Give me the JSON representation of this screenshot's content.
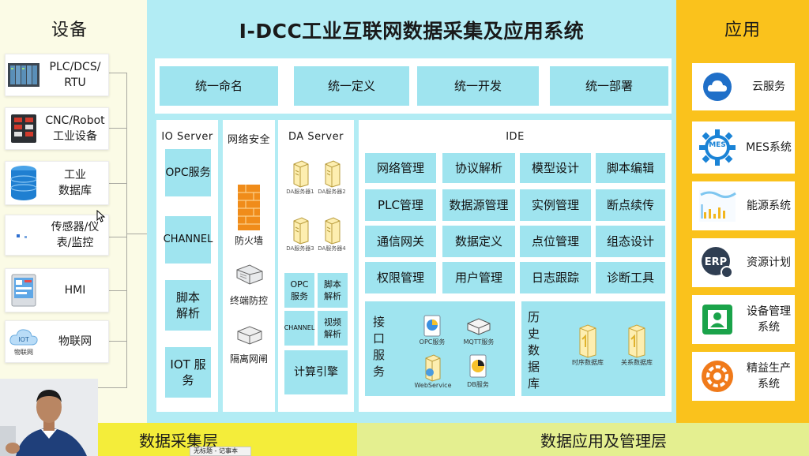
{
  "left": {
    "title": "设备",
    "devices": [
      {
        "label": "PLC/DCS/\nRTU",
        "icon": "plc-rack-icon"
      },
      {
        "label": "CNC/Robot\n工业设备",
        "icon": "cnc-controller-icon"
      },
      {
        "label": "工业\n数据库",
        "icon": "database-icon"
      },
      {
        "label": "传感器/仪\n表/监控",
        "icon": "sensor-icon"
      },
      {
        "label": "HMI",
        "icon": "hmi-panel-icon"
      },
      {
        "label": "物联网",
        "icon": "iot-cloud-icon",
        "icon_caption": "物联网"
      }
    ]
  },
  "center": {
    "title": "I-DCC工业互联网数据采集及应用系统",
    "unified": [
      "统一命名",
      "统一定义",
      "统一开发",
      "统一部署"
    ],
    "io_server": {
      "title": "IO Server",
      "items": [
        "OPC服务",
        "CHANNEL",
        "脚本\n解析",
        "IOT 服\n务"
      ]
    },
    "net_security": {
      "title": "网络安全",
      "items": [
        "防火墙",
        "终端防控",
        "隔离网闸"
      ]
    },
    "da_server": {
      "title": "DA Server",
      "servers": [
        "DA服务器1",
        "DA服务器2",
        "DA服务器3",
        "DA服务器4"
      ],
      "cells": [
        "OPC\n服务",
        "脚本\n解析",
        "CHANNEL",
        "视频\n解析"
      ],
      "engine": "计算引擎"
    },
    "ide": {
      "title": "IDE",
      "grid": [
        [
          "网络管理",
          "协议解析",
          "模型设计",
          "脚本编辑"
        ],
        [
          "PLC管理",
          "数据源管理",
          "实例管理",
          "断点续传"
        ],
        [
          "通信网关",
          "数据定义",
          "点位管理",
          "组态设计"
        ],
        [
          "权限管理",
          "用户管理",
          "日志跟踪",
          "诊断工具"
        ]
      ],
      "interface": {
        "title": "接\n口\n服\n务",
        "items": [
          "OPC服务",
          "MQTT服务",
          "WebService",
          "DB服务"
        ]
      },
      "history": {
        "title": "历\n史\n数\n据\n库",
        "items": [
          "时序数据库",
          "关系数据库"
        ]
      }
    }
  },
  "right": {
    "title": "应用",
    "apps": [
      {
        "label": "云服务",
        "icon": "cloud-icon"
      },
      {
        "label": "MES系统",
        "icon": "mes-gear-icon",
        "icon_text": "MES"
      },
      {
        "label": "能源系统",
        "icon": "energy-chart-icon"
      },
      {
        "label": "资源计划",
        "icon": "erp-icon",
        "icon_text": "ERP"
      },
      {
        "label": "设备管理\n系统",
        "icon": "equipment-mgmt-icon"
      },
      {
        "label": "精益生产\n系统",
        "icon": "lean-production-icon"
      }
    ]
  },
  "bottom": {
    "left_label": "数据采集层",
    "right_label": "数据应用及管理层"
  },
  "taskbar": {
    "notepad": "无标题 - 记事本"
  },
  "colors": {
    "center_bg": "#b2ecf4",
    "cell": "#9fe4ef",
    "right_bg": "#fac21c",
    "bottom_left": "#f4ed3a",
    "bottom_right": "#e4ef90"
  }
}
